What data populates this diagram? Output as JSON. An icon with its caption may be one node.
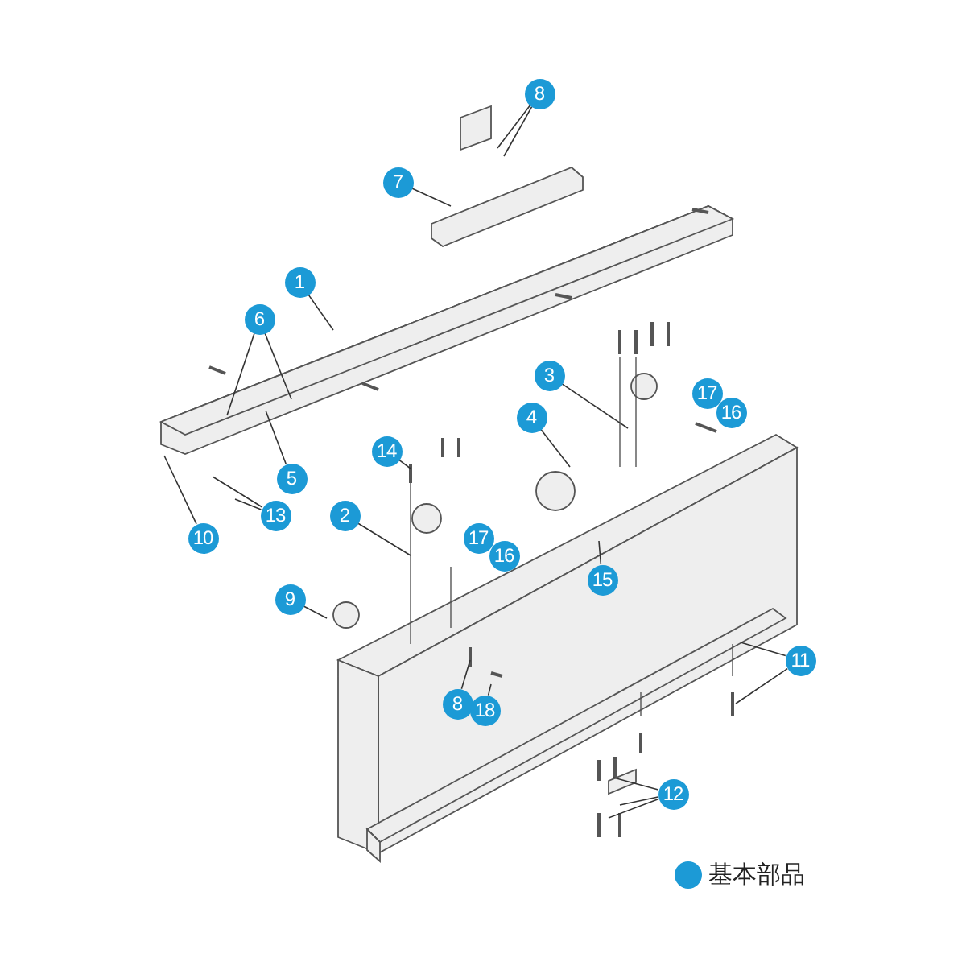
{
  "diagram": {
    "nodes": [
      {
        "text": [
          "8"
        ]
      },
      {
        "text": [
          "7"
        ]
      },
      {
        "text": [
          "1"
        ]
      },
      {
        "text": [
          "6"
        ]
      },
      {
        "text": [
          "3"
        ]
      },
      {
        "text": [
          "17"
        ]
      },
      {
        "text": [
          "16"
        ]
      },
      {
        "text": [
          "4"
        ]
      },
      {
        "text": [
          "14"
        ]
      },
      {
        "text": [
          "5"
        ]
      },
      {
        "text": [
          "2"
        ]
      },
      {
        "text": [
          "13"
        ]
      },
      {
        "text": [
          "17"
        ]
      },
      {
        "text": [
          "10"
        ]
      },
      {
        "text": [
          "16"
        ]
      },
      {
        "text": [
          "15"
        ]
      },
      {
        "text": [
          "9"
        ]
      },
      {
        "text": [
          "11"
        ]
      },
      {
        "text": [
          "8"
        ]
      },
      {
        "text": [
          "18"
        ]
      },
      {
        "text": [
          "12"
        ]
      }
    ],
    "edges": [
      {
        "from": 0,
        "to": null,
        "arrow": "none"
      },
      {
        "from": 0,
        "to": null,
        "arrow": "none"
      },
      {
        "from": 1,
        "to": null,
        "arrow": "none"
      },
      {
        "from": 2,
        "to": null,
        "arrow": "none"
      },
      {
        "from": 3,
        "to": null,
        "arrow": "none"
      },
      {
        "from": 3,
        "to": null,
        "arrow": "none"
      },
      {
        "from": 4,
        "to": null,
        "arrow": "none"
      },
      {
        "from": 7,
        "to": null,
        "arrow": "none"
      },
      {
        "from": 8,
        "to": null,
        "arrow": "none"
      },
      {
        "from": 9,
        "to": null,
        "arrow": "none"
      },
      {
        "from": 10,
        "to": null,
        "arrow": "none"
      },
      {
        "from": 11,
        "to": null,
        "arrow": "none"
      },
      {
        "from": 11,
        "to": null,
        "arrow": "none"
      },
      {
        "from": 13,
        "to": null,
        "arrow": "none"
      },
      {
        "from": 15,
        "to": null,
        "arrow": "none"
      },
      {
        "from": 16,
        "to": null,
        "arrow": "none"
      },
      {
        "from": 17,
        "to": null,
        "arrow": "none"
      },
      {
        "from": 17,
        "to": null,
        "arrow": "none"
      },
      {
        "from": 18,
        "to": null,
        "arrow": "none"
      },
      {
        "from": 19,
        "to": null,
        "arrow": "none"
      },
      {
        "from": 20,
        "to": null,
        "arrow": "none"
      },
      {
        "from": 20,
        "to": null,
        "arrow": "none"
      },
      {
        "from": 20,
        "to": null,
        "arrow": "none"
      }
    ],
    "legend": [
      {
        "text": "基本部品",
        "color": "#1c9ad6"
      }
    ]
  }
}
